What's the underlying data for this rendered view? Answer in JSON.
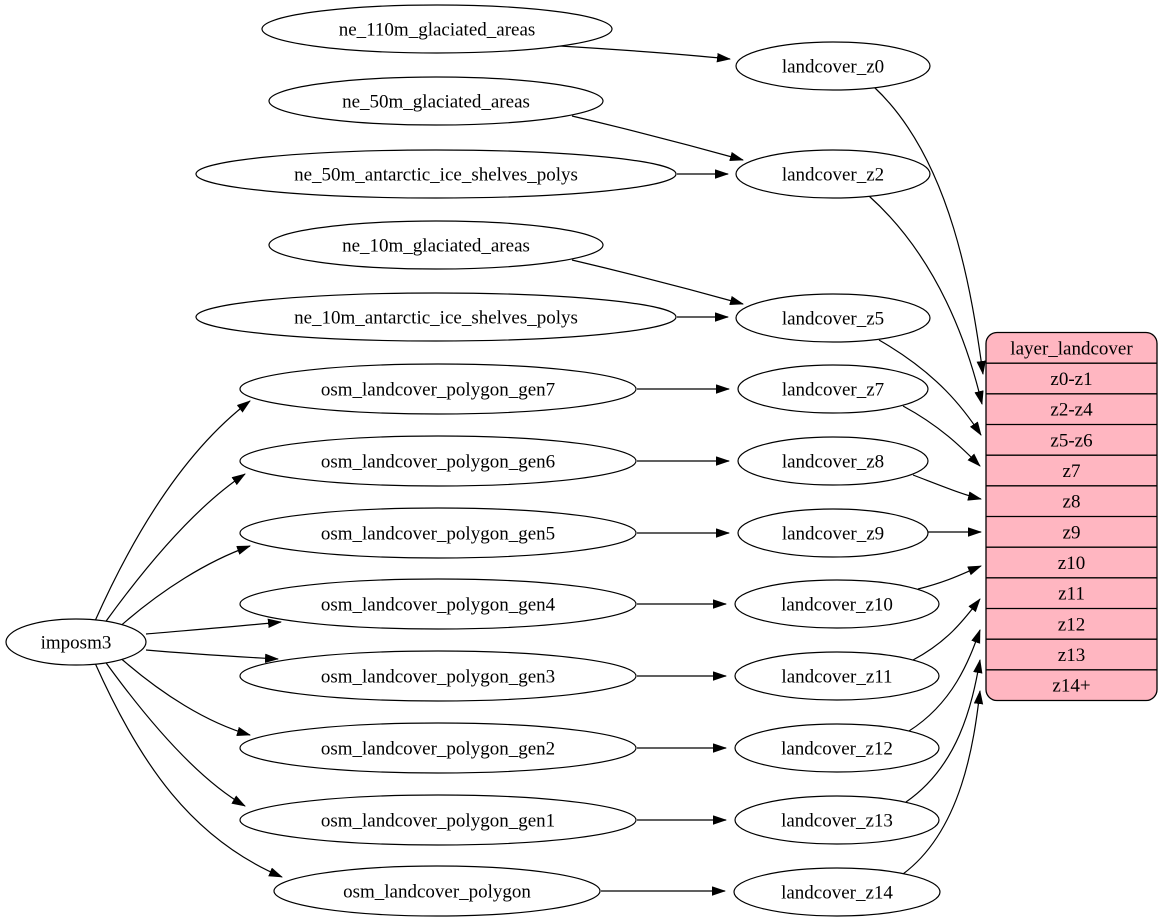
{
  "diagram": {
    "kind": "graphviz-dependency-graph",
    "colors": {
      "background": "#ffffff",
      "node_fill": "#ffffff",
      "stroke": "#000000",
      "edge": "#000000",
      "record_fill": "#ffb6c1"
    },
    "root": {
      "label": "imposm3"
    },
    "sources": [
      "ne_110m_glaciated_areas",
      "ne_50m_glaciated_areas",
      "ne_50m_antarctic_ice_shelves_polys",
      "ne_10m_glaciated_areas",
      "ne_10m_antarctic_ice_shelves_polys",
      "osm_landcover_polygon_gen7",
      "osm_landcover_polygon_gen6",
      "osm_landcover_polygon_gen5",
      "osm_landcover_polygon_gen4",
      "osm_landcover_polygon_gen3",
      "osm_landcover_polygon_gen2",
      "osm_landcover_polygon_gen1",
      "osm_landcover_polygon"
    ],
    "tables": [
      "landcover_z0",
      "landcover_z2",
      "landcover_z5",
      "landcover_z7",
      "landcover_z8",
      "landcover_z9",
      "landcover_z10",
      "landcover_z11",
      "landcover_z12",
      "landcover_z13",
      "landcover_z14"
    ],
    "layer": {
      "title": "layer_landcover",
      "rows": [
        "z0-z1",
        "z2-z4",
        "z5-z6",
        "z7",
        "z8",
        "z9",
        "z10",
        "z11",
        "z12",
        "z13",
        "z14+"
      ]
    },
    "edges": [
      [
        "imposm3",
        "osm_landcover_polygon_gen7"
      ],
      [
        "imposm3",
        "osm_landcover_polygon_gen6"
      ],
      [
        "imposm3",
        "osm_landcover_polygon_gen5"
      ],
      [
        "imposm3",
        "osm_landcover_polygon_gen4"
      ],
      [
        "imposm3",
        "osm_landcover_polygon_gen3"
      ],
      [
        "imposm3",
        "osm_landcover_polygon_gen2"
      ],
      [
        "imposm3",
        "osm_landcover_polygon_gen1"
      ],
      [
        "imposm3",
        "osm_landcover_polygon"
      ],
      [
        "ne_110m_glaciated_areas",
        "landcover_z0"
      ],
      [
        "ne_50m_glaciated_areas",
        "landcover_z2"
      ],
      [
        "ne_50m_antarctic_ice_shelves_polys",
        "landcover_z2"
      ],
      [
        "ne_10m_glaciated_areas",
        "landcover_z5"
      ],
      [
        "ne_10m_antarctic_ice_shelves_polys",
        "landcover_z5"
      ],
      [
        "osm_landcover_polygon_gen7",
        "landcover_z7"
      ],
      [
        "osm_landcover_polygon_gen6",
        "landcover_z8"
      ],
      [
        "osm_landcover_polygon_gen5",
        "landcover_z9"
      ],
      [
        "osm_landcover_polygon_gen4",
        "landcover_z10"
      ],
      [
        "osm_landcover_polygon_gen3",
        "landcover_z11"
      ],
      [
        "osm_landcover_polygon_gen2",
        "landcover_z12"
      ],
      [
        "osm_landcover_polygon_gen1",
        "landcover_z13"
      ],
      [
        "osm_landcover_polygon",
        "landcover_z14"
      ],
      [
        "landcover_z0",
        "layer_landcover:z0-z1"
      ],
      [
        "landcover_z2",
        "layer_landcover:z2-z4"
      ],
      [
        "landcover_z5",
        "layer_landcover:z5-z6"
      ],
      [
        "landcover_z7",
        "layer_landcover:z7"
      ],
      [
        "landcover_z8",
        "layer_landcover:z8"
      ],
      [
        "landcover_z9",
        "layer_landcover:z9"
      ],
      [
        "landcover_z10",
        "layer_landcover:z10"
      ],
      [
        "landcover_z11",
        "layer_landcover:z11"
      ],
      [
        "landcover_z12",
        "layer_landcover:z12"
      ],
      [
        "landcover_z13",
        "layer_landcover:z13"
      ],
      [
        "landcover_z14",
        "layer_landcover:z14+"
      ]
    ]
  }
}
